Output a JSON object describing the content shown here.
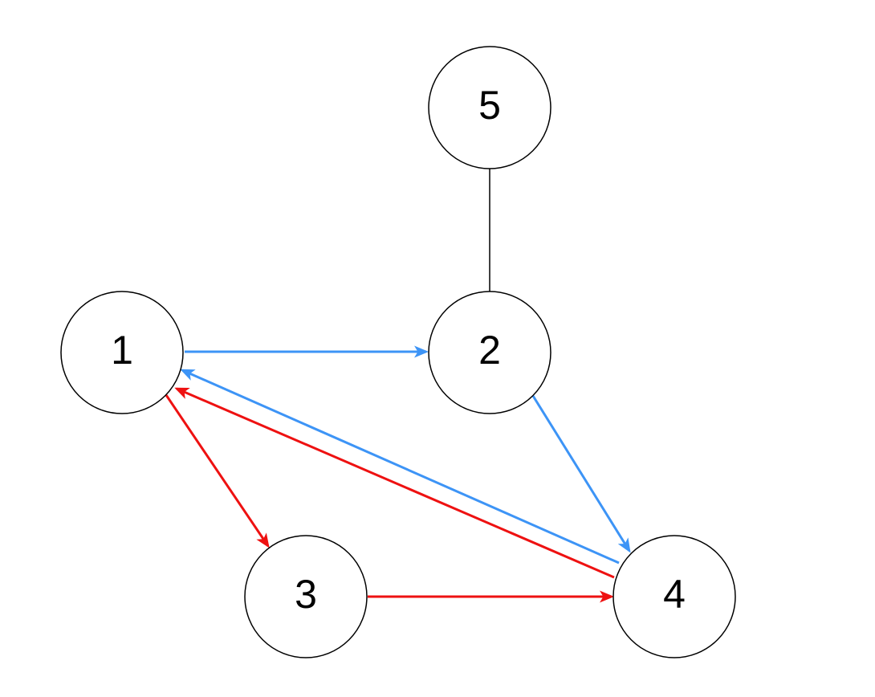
{
  "graph": {
    "nodes": [
      {
        "id": "1",
        "label": "1"
      },
      {
        "id": "2",
        "label": "2"
      },
      {
        "id": "3",
        "label": "3"
      },
      {
        "id": "4",
        "label": "4"
      },
      {
        "id": "5",
        "label": "5"
      }
    ],
    "edges": [
      {
        "from": "1",
        "to": "2",
        "color": "#3d94f6",
        "directed": true
      },
      {
        "from": "2",
        "to": "4",
        "color": "#3d94f6",
        "directed": true
      },
      {
        "from": "4",
        "to": "1",
        "color": "#3d94f6",
        "directed": true
      },
      {
        "from": "1",
        "to": "3",
        "color": "#ee1111",
        "directed": true
      },
      {
        "from": "3",
        "to": "4",
        "color": "#ee1111",
        "directed": true
      },
      {
        "from": "4",
        "to": "1",
        "color": "#ee1111",
        "directed": true
      },
      {
        "from": "5",
        "to": "2",
        "color": "#000000",
        "directed": false
      }
    ]
  }
}
